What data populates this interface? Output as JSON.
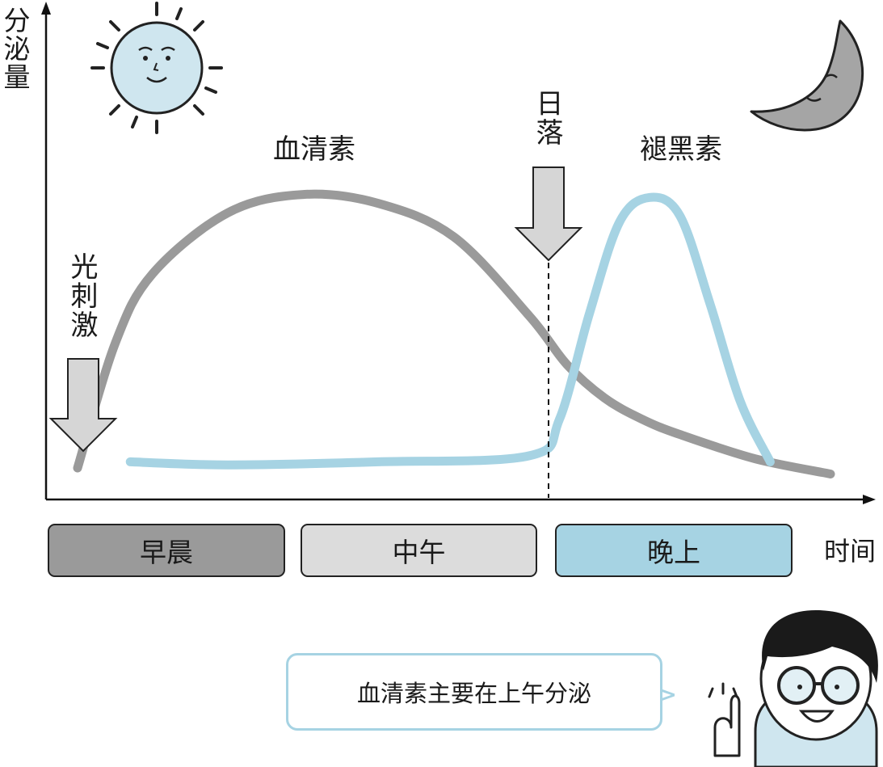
{
  "chart_data": {
    "type": "line",
    "ylabel": "分泌量",
    "xlabel": "时间",
    "periods": [
      "早晨",
      "中午",
      "晚上"
    ],
    "series": [
      {
        "name": "血清素",
        "color": "#9a9a9a",
        "x": [
          0.0,
          0.05,
          0.1,
          0.2,
          0.3,
          0.4,
          0.5,
          0.6,
          0.65,
          0.7,
          0.75,
          0.8,
          0.9,
          1.0
        ],
        "y": [
          0.04,
          0.45,
          0.68,
          0.88,
          0.94,
          0.91,
          0.8,
          0.54,
          0.38,
          0.27,
          0.2,
          0.15,
          0.07,
          0.02
        ]
      },
      {
        "name": "褪黑素",
        "color": "#a6d3e3",
        "x": [
          0.07,
          0.2,
          0.4,
          0.6,
          0.64,
          0.68,
          0.72,
          0.76,
          0.8,
          0.84,
          0.88,
          0.92
        ],
        "y": [
          0.06,
          0.05,
          0.06,
          0.08,
          0.2,
          0.55,
          0.85,
          0.93,
          0.87,
          0.58,
          0.26,
          0.06
        ]
      }
    ],
    "xlim": [
      0,
      1
    ],
    "ylim": [
      0,
      1
    ],
    "grid": false
  },
  "annotations": {
    "light_stimulus": "光刺激",
    "sunset": "日落",
    "serotonin_label": "血清素",
    "melatonin_label": "褪黑素"
  },
  "periods": {
    "morning": "早晨",
    "noon": "中午",
    "night": "晚上"
  },
  "speech_bubble": {
    "text": "血清素主要在上午分泌"
  },
  "icons": {
    "sun": "smiling-sun-icon",
    "moon": "crescent-moon-icon",
    "character": "boy-with-glasses-icon"
  },
  "colors": {
    "serotonin": "#9a9a9a",
    "melatonin": "#a6d3e3",
    "morning": "#9a9a9a",
    "noon": "#dcdcdc",
    "night": "#a6d3e3",
    "arrow_fill": "#d6d6d6"
  }
}
